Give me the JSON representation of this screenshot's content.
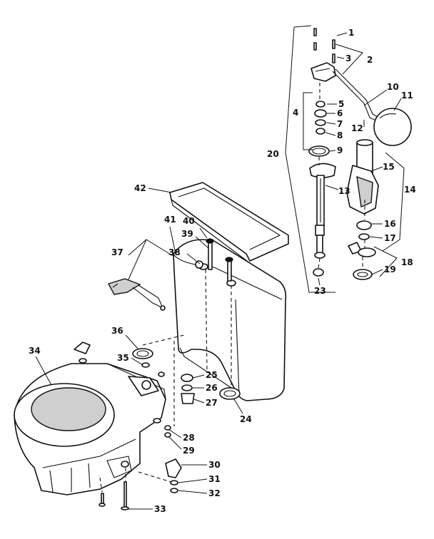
{
  "labels": [
    {
      "id": "1",
      "text": "1"
    },
    {
      "id": "2",
      "text": "2"
    },
    {
      "id": "3",
      "text": "3"
    },
    {
      "id": "4",
      "text": "4"
    },
    {
      "id": "5",
      "text": "5"
    },
    {
      "id": "6",
      "text": "6"
    },
    {
      "id": "7",
      "text": "7"
    },
    {
      "id": "8",
      "text": "8"
    },
    {
      "id": "9",
      "text": "9"
    },
    {
      "id": "10",
      "text": "10"
    },
    {
      "id": "11",
      "text": "11"
    },
    {
      "id": "12",
      "text": "12"
    },
    {
      "id": "13",
      "text": "13"
    },
    {
      "id": "14",
      "text": "14"
    },
    {
      "id": "15",
      "text": "15"
    },
    {
      "id": "16",
      "text": "16"
    },
    {
      "id": "17",
      "text": "17"
    },
    {
      "id": "18",
      "text": "18"
    },
    {
      "id": "19",
      "text": "19"
    },
    {
      "id": "20",
      "text": "20"
    },
    {
      "id": "23",
      "text": "23"
    },
    {
      "id": "24",
      "text": "24"
    },
    {
      "id": "25",
      "text": "25"
    },
    {
      "id": "26",
      "text": "26"
    },
    {
      "id": "27",
      "text": "27"
    },
    {
      "id": "28",
      "text": "28"
    },
    {
      "id": "29",
      "text": "29"
    },
    {
      "id": "30",
      "text": "30"
    },
    {
      "id": "31",
      "text": "31"
    },
    {
      "id": "32",
      "text": "32"
    },
    {
      "id": "33",
      "text": "33"
    },
    {
      "id": "34",
      "text": "34"
    },
    {
      "id": "35",
      "text": "35"
    },
    {
      "id": "36",
      "text": "36"
    },
    {
      "id": "37",
      "text": "37"
    },
    {
      "id": "38",
      "text": "38"
    },
    {
      "id": "39",
      "text": "39"
    },
    {
      "id": "40",
      "text": "40"
    },
    {
      "id": "41",
      "text": "41"
    },
    {
      "id": "42",
      "text": "42"
    }
  ]
}
